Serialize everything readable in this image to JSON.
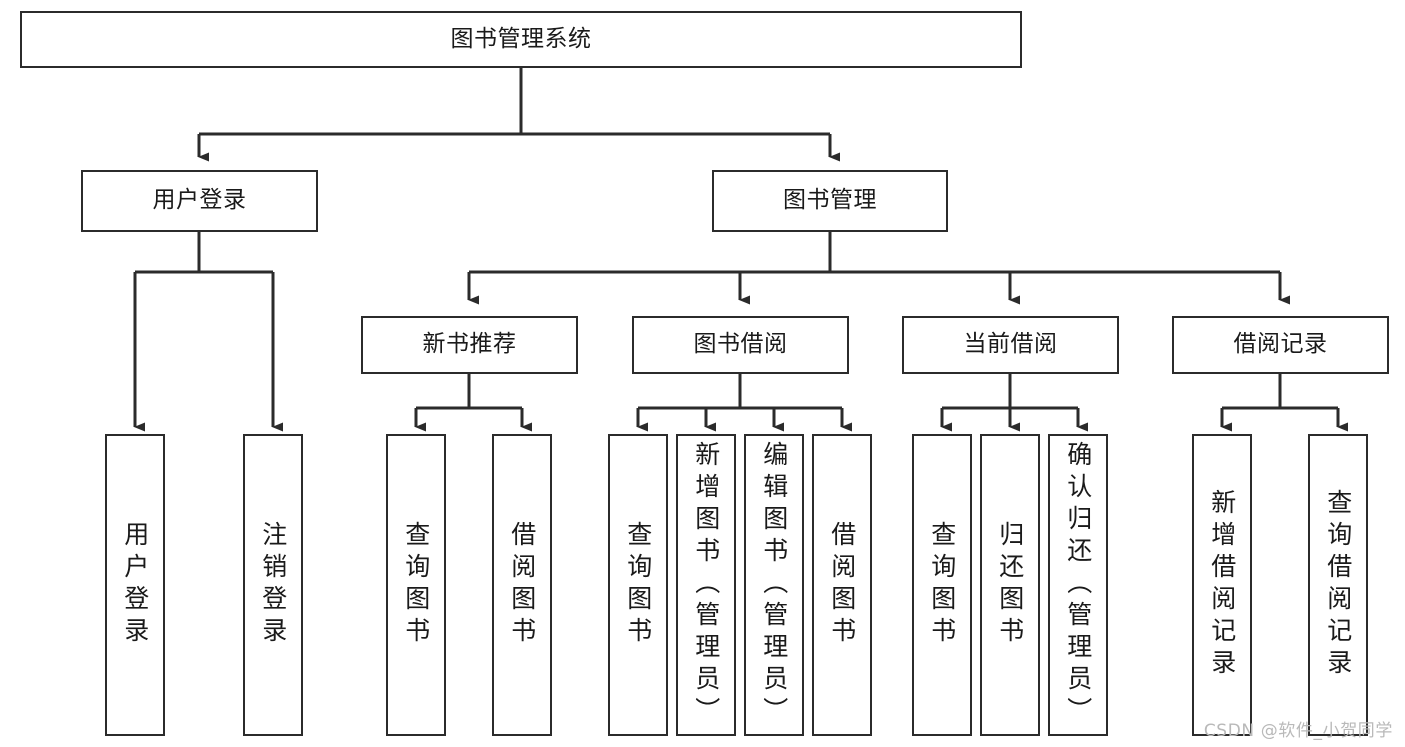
{
  "diagram": {
    "title": "图书管理系统",
    "type": "tree",
    "orientation": "top-down",
    "edge_style": "orthogonal-with-arrowheads",
    "colors": {
      "box_border": "#2b2b2b",
      "box_fill": "#ffffff",
      "edge": "#2b2b2b",
      "text": "#1a1a1a",
      "watermark": "#b9b9b9",
      "background": "#ffffff"
    }
  },
  "watermark": {
    "text": "CSDN @软件_小贺同学"
  },
  "nodes": {
    "root": {
      "label": "图书管理系统"
    },
    "level2": [
      {
        "id": "user-login",
        "label": "用户登录"
      },
      {
        "id": "book-manage",
        "label": "图书管理"
      }
    ],
    "level3": [
      {
        "id": "new-book-recommend",
        "label": "新书推荐"
      },
      {
        "id": "book-borrow",
        "label": "图书借阅"
      },
      {
        "id": "current-borrow",
        "label": "当前借阅"
      },
      {
        "id": "borrow-record",
        "label": "借阅记录"
      }
    ],
    "leaves": {
      "user_login": [
        {
          "id": "leaf-user-login",
          "label": "用户登录"
        },
        {
          "id": "leaf-logout-login",
          "label": "注销登录"
        }
      ],
      "new_book_recommend": [
        {
          "id": "leaf-query-book-1",
          "label": "查询图书"
        },
        {
          "id": "leaf-borrow-book-1",
          "label": "借阅图书"
        }
      ],
      "book_borrow": [
        {
          "id": "leaf-query-book-2",
          "label": "查询图书"
        },
        {
          "id": "leaf-add-book",
          "label": "新增图书（管理员）"
        },
        {
          "id": "leaf-edit-book",
          "label": "编辑图书（管理员）"
        },
        {
          "id": "leaf-borrow-book-2",
          "label": "借阅图书"
        }
      ],
      "current_borrow": [
        {
          "id": "leaf-query-book-3",
          "label": "查询图书"
        },
        {
          "id": "leaf-return-book",
          "label": "归还图书"
        },
        {
          "id": "leaf-confirm-return",
          "label": "确认归还（管理员）"
        }
      ],
      "borrow_record": [
        {
          "id": "leaf-add-record",
          "label": "新增借阅记录"
        },
        {
          "id": "leaf-query-record",
          "label": "查询借阅记录"
        }
      ]
    }
  },
  "chart_data": {
    "type": "table",
    "title": "图书管理系统 功能结构图",
    "hierarchy": [
      {
        "level": 1,
        "label": "图书管理系统",
        "children": [
          {
            "level": 2,
            "label": "用户登录",
            "children": [
              {
                "level": 3,
                "label": "用户登录"
              },
              {
                "level": 3,
                "label": "注销登录"
              }
            ]
          },
          {
            "level": 2,
            "label": "图书管理",
            "children": [
              {
                "level": 3,
                "label": "新书推荐",
                "children": [
                  {
                    "level": 4,
                    "label": "查询图书"
                  },
                  {
                    "level": 4,
                    "label": "借阅图书"
                  }
                ]
              },
              {
                "level": 3,
                "label": "图书借阅",
                "children": [
                  {
                    "level": 4,
                    "label": "查询图书"
                  },
                  {
                    "level": 4,
                    "label": "新增图书（管理员）"
                  },
                  {
                    "level": 4,
                    "label": "编辑图书（管理员）"
                  },
                  {
                    "level": 4,
                    "label": "借阅图书"
                  }
                ]
              },
              {
                "level": 3,
                "label": "当前借阅",
                "children": [
                  {
                    "level": 4,
                    "label": "查询图书"
                  },
                  {
                    "level": 4,
                    "label": "归还图书"
                  },
                  {
                    "level": 4,
                    "label": "确认归还（管理员）"
                  }
                ]
              },
              {
                "level": 3,
                "label": "借阅记录",
                "children": [
                  {
                    "level": 4,
                    "label": "新增借阅记录"
                  },
                  {
                    "level": 4,
                    "label": "查询借阅记录"
                  }
                ]
              }
            ]
          }
        ]
      }
    ]
  }
}
